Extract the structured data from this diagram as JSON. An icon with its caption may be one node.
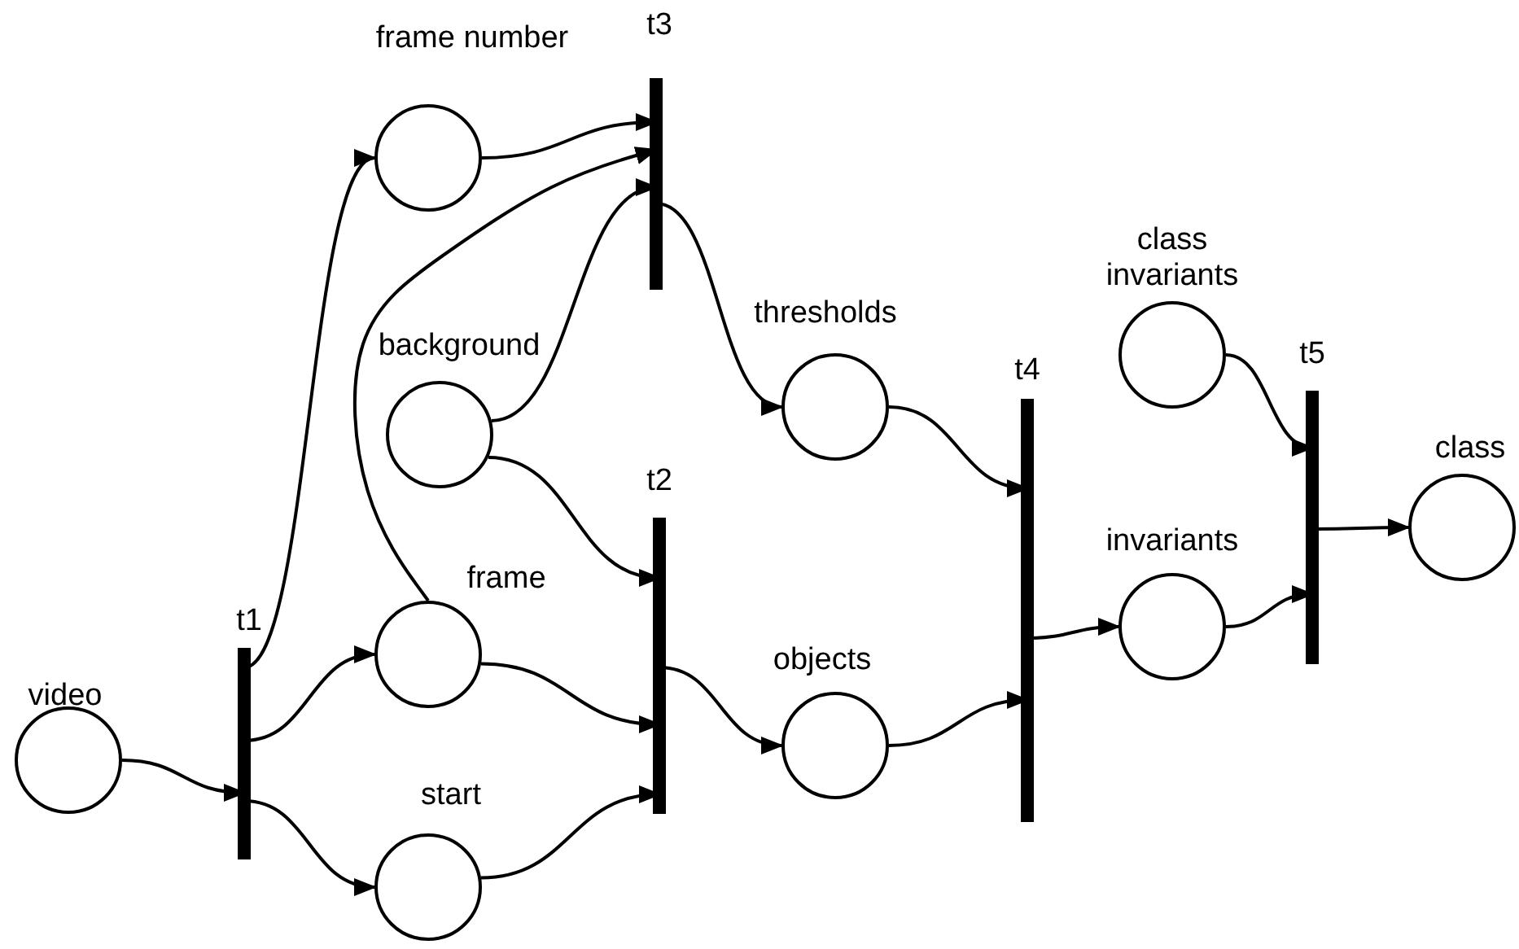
{
  "diagram": {
    "nodes": [
      {
        "text": [],
        "shape": "circle",
        "beside": [
          "video"
        ]
      },
      {
        "text": [],
        "shape": "bar",
        "beside": [
          "t1"
        ]
      },
      {
        "text": [],
        "shape": "circle",
        "beside": [
          "frame number"
        ]
      },
      {
        "text": [],
        "shape": "bar",
        "beside": [
          "t3"
        ]
      },
      {
        "text": [],
        "shape": "circle",
        "beside": [
          "background"
        ]
      },
      {
        "text": [],
        "shape": "circle",
        "beside": [
          "frame"
        ]
      },
      {
        "text": [],
        "shape": "circle",
        "beside": [
          "start"
        ]
      },
      {
        "text": [],
        "shape": "bar",
        "beside": [
          "t2"
        ]
      },
      {
        "text": [],
        "shape": "circle",
        "beside": [
          "thresholds"
        ]
      },
      {
        "text": [],
        "shape": "circle",
        "beside": [
          "objects"
        ]
      },
      {
        "text": [],
        "shape": "bar",
        "beside": [
          "t4"
        ]
      },
      {
        "text": [],
        "shape": "circle",
        "beside": [
          "class invariants"
        ]
      },
      {
        "text": [],
        "shape": "circle",
        "beside": [
          "invariants"
        ]
      },
      {
        "text": [],
        "shape": "bar",
        "beside": [
          "t5"
        ]
      },
      {
        "text": [],
        "shape": "circle",
        "beside": [
          "class"
        ]
      }
    ],
    "edges": [
      {
        "from": 0,
        "to": 1,
        "arrow": "to"
      },
      {
        "from": 1,
        "to": 2,
        "arrow": "to"
      },
      {
        "from": 1,
        "to": 5,
        "arrow": "to"
      },
      {
        "from": 1,
        "to": 6,
        "arrow": "to"
      },
      {
        "from": 2,
        "to": 3,
        "arrow": "to"
      },
      {
        "from": 5,
        "to": 3,
        "arrow": "to"
      },
      {
        "from": 4,
        "to": 3,
        "arrow": "to"
      },
      {
        "from": 4,
        "to": 7,
        "arrow": "to"
      },
      {
        "from": 5,
        "to": 7,
        "arrow": "to"
      },
      {
        "from": 6,
        "to": 7,
        "arrow": "to"
      },
      {
        "from": 3,
        "to": 8,
        "arrow": "to"
      },
      {
        "from": 7,
        "to": 9,
        "arrow": "to"
      },
      {
        "from": 8,
        "to": 10,
        "arrow": "to"
      },
      {
        "from": 9,
        "to": 10,
        "arrow": "to"
      },
      {
        "from": 11,
        "to": 13,
        "arrow": "to"
      },
      {
        "from": 10,
        "to": 12,
        "arrow": "to"
      },
      {
        "from": 12,
        "to": 13,
        "arrow": "to"
      },
      {
        "from": 13,
        "to": 14,
        "arrow": "to"
      }
    ]
  }
}
